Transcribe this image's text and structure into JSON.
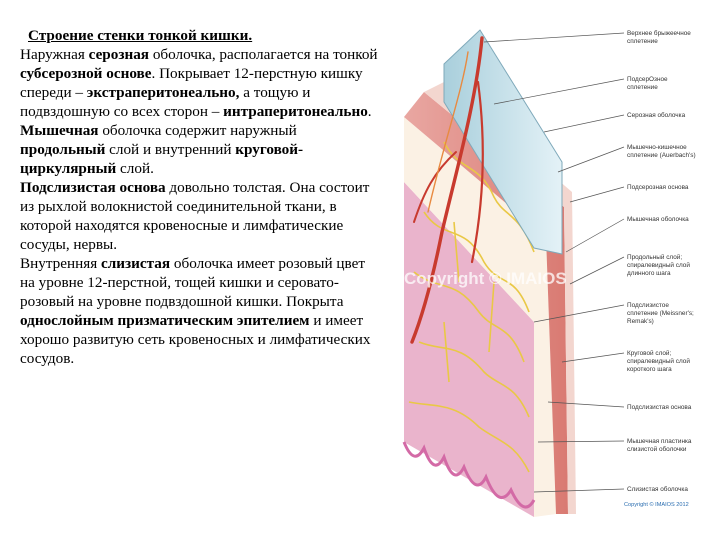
{
  "heading": "Строение стенки тонкой кишки.",
  "p1": {
    "a": "Наружная ",
    "b": "серозная",
    "c": " оболочка, располагается на тонкой  ",
    "d": "субсерозной основе",
    "e": ". Покрывает 12-перстную кишку спереди – ",
    "f": "экстраперитонеально,",
    "g": " а тощую и подвздошную со всех сторон – ",
    "h": "интраперитонеально",
    "i": "."
  },
  "p2": {
    "a": "Мышечная",
    "b": " оболочка содержит наружный ",
    "c": "продольный",
    "d": " слой и внутренний ",
    "e": "круговой-циркулярный",
    "f": " слой."
  },
  "p3": {
    "a": "Подслизистая основа",
    "b": " довольно толстая. Она состоит из рыхлой волокнистой соединительной ткани, в которой находятся кровеносные и лимфатические сосуды, нервы."
  },
  "p4": {
    "a": "Внутренняя ",
    "b": "слизистая",
    "c": " оболочка имеет розовый цвет на уровне 12-перстной, тощей кишки и серовато-розовый на уровне подвздошной кишки. Покрыта ",
    "d": "однослойным призматическим эпителием",
    "e": " и имеет хорошо развитую сеть кровеносных и лимфатических сосудов."
  },
  "figure": {
    "labels": [
      [
        "Верхнее брыжеечное",
        "сплетение"
      ],
      [
        "ПодсерОзное",
        "сплетение"
      ],
      [
        "Серозная оболочка"
      ],
      [
        "Мышечно-кишечное",
        "сплетение (Auerbach's)"
      ],
      [
        "Подсерозная основа"
      ],
      [
        "Мышечная оболочка"
      ],
      [
        "Продольный слой;",
        "спиралевидный слой",
        "длинного шага"
      ],
      [
        "Подслизистое",
        "сплетение (Meissner's;",
        "Remak's)"
      ],
      [
        "Круговой слой;",
        "спиралевидный слой",
        "короткого шага"
      ],
      [
        "Подслизистая основа"
      ],
      [
        "Мышечная пластинка",
        "слизистой оболочки"
      ],
      [
        "Слизистая оболочка"
      ]
    ],
    "watermark": "Copyright © IMAIOS",
    "copyright": "Copyright © IMAIOS 2012"
  },
  "colors": {
    "text": "#000000",
    "serosa": "#cfe6ef",
    "muscle": "#e4908a",
    "artery": "#c83a2e",
    "submucosa": "#fbf1e4",
    "mucosa": "#e9a2c9",
    "plexus": "#e9c846"
  }
}
